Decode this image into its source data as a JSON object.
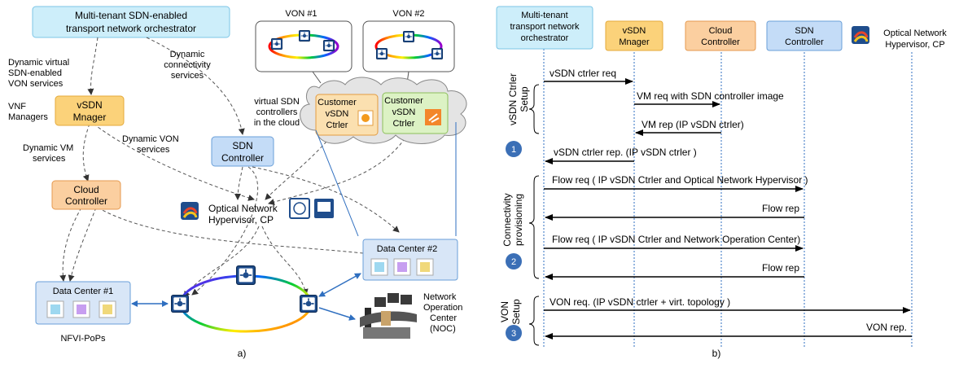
{
  "left": {
    "orchestrator": [
      "Multi-tenant SDN-enabled",
      "transport network orchestrator"
    ],
    "von1": "VON #1",
    "von2": "VON #2",
    "dyn_virtual_services": [
      "Dynamic virtual",
      "SDN-enabled",
      "VON services"
    ],
    "dyn_connectivity_services": [
      "Dynamic",
      "connectivity",
      "services"
    ],
    "vnf_managers": [
      "VNF",
      "Managers"
    ],
    "vsdn_manager": [
      "vSDN",
      "Mnager"
    ],
    "dyn_von_services": [
      "Dynamic VON",
      "services"
    ],
    "dyn_vm_services": [
      "Dynamic VM",
      "services"
    ],
    "virtual_sdn_in_cloud": [
      "virtual SDN",
      "controllers",
      "in the cloud"
    ],
    "customer_ctrler_1": [
      "Customer",
      "vSDN",
      "Ctrler"
    ],
    "customer_ctrler_2": [
      "Customer",
      "vSDN",
      "Ctrler"
    ],
    "sdn_controller": [
      "SDN",
      "Controller"
    ],
    "cloud_controller": [
      "Cloud",
      "Controller"
    ],
    "optical_hypervisor": [
      "Optical Network",
      "Hypervisor, CP"
    ],
    "dc2": "Data Center #2",
    "dc1": "Data Center #1",
    "nfvi_pops": "NFVI-PoPs",
    "noc": [
      "Network",
      "Operation",
      "Center",
      "(NOC)"
    ],
    "caption": "a)"
  },
  "right": {
    "actors": {
      "orchestrator": [
        "Multi-tenant",
        "transport network",
        "orchestrator"
      ],
      "vsdn_manager": [
        "vSDN",
        "Mnager"
      ],
      "cloud_controller": [
        "Cloud",
        "Controller"
      ],
      "sdn_controller": [
        "SDN",
        "Controller"
      ],
      "optical_hypervisor": [
        "Optical Network",
        "Hypervisor, CP"
      ]
    },
    "phases": {
      "setup": [
        "vSDN Ctrler",
        "Setup"
      ],
      "connectivity": [
        "Connectivity",
        "provisioning"
      ],
      "von": [
        "VON",
        "Setup"
      ]
    },
    "steps": [
      "1",
      "2",
      "3"
    ],
    "messages": {
      "m1": "vSDN ctrler req",
      "m2": "VM req with SDN controller image",
      "m3": "VM rep (IP vSDN ctrler)",
      "m4": "vSDN ctrler rep. (IP vSDN ctrler )",
      "m5": "Flow req ( IP vSDN Ctrler and Optical Network Hypervisor )",
      "m6": "Flow rep",
      "m7": "Flow req ( IP vSDN Ctrler and Network Operation Center)",
      "m8": "Flow rep",
      "m9": "VON req. (IP vSDN ctrler + virt. topology )",
      "m10": "VON rep."
    },
    "caption": "b)"
  },
  "colors": {
    "orchestrator_fill": "#cdeefa",
    "vsdn_fill": "#fbd27a",
    "cloud_fill": "#fbcfa0",
    "sdn_fill": "#c4dcf7",
    "customer1_fill": "#fbe0b0",
    "customer2_fill": "#dcf2c4",
    "datacenter_fill": "#d8e6f7",
    "step_badge": "#3b6fb6",
    "link_blue": "#2f6fc0"
  }
}
